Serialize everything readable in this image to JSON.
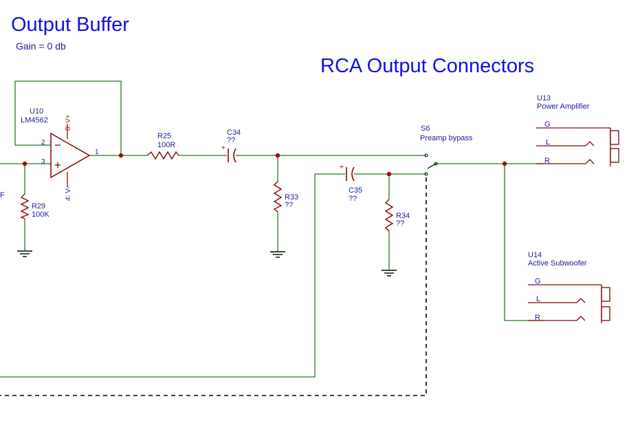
{
  "titles": {
    "output_buffer": "Output Buffer",
    "gain": "Gain = 0 db",
    "rca_output": "RCA Output Connectors"
  },
  "components": {
    "u10": {
      "ref": "U10",
      "value": "LM4562",
      "pin_vplus": "8: V+",
      "pin_vminus": "4: V-",
      "pin_2": "2",
      "pin_3": "3",
      "pin_1": "1"
    },
    "r25": {
      "ref": "R25",
      "value": "100R"
    },
    "c34": {
      "ref": "C34",
      "value": "??"
    },
    "r33": {
      "ref": "R33",
      "value": "??"
    },
    "r29": {
      "ref": "R29",
      "value": "100K"
    },
    "c35": {
      "ref": "C35",
      "value": "??"
    },
    "r34": {
      "ref": "R34",
      "value": "??"
    },
    "s6": {
      "ref": "S6",
      "value": "Preamp bypass"
    },
    "u13": {
      "ref": "U13",
      "value": "Power Amplifier",
      "pins": [
        "G",
        "L",
        "R"
      ]
    },
    "u14": {
      "ref": "U14",
      "value": "Active Subwoofer",
      "pins": [
        "G",
        "L",
        "R"
      ]
    }
  },
  "fragments": {
    "left_edge": "F"
  },
  "colors": {
    "title_blue": "#1010e0",
    "label_blue": "#1a1aa0",
    "component_red": "#8b0000",
    "wire_green": "#1f7a1f",
    "junction": "#b00000",
    "pin_red": "#d01010"
  }
}
